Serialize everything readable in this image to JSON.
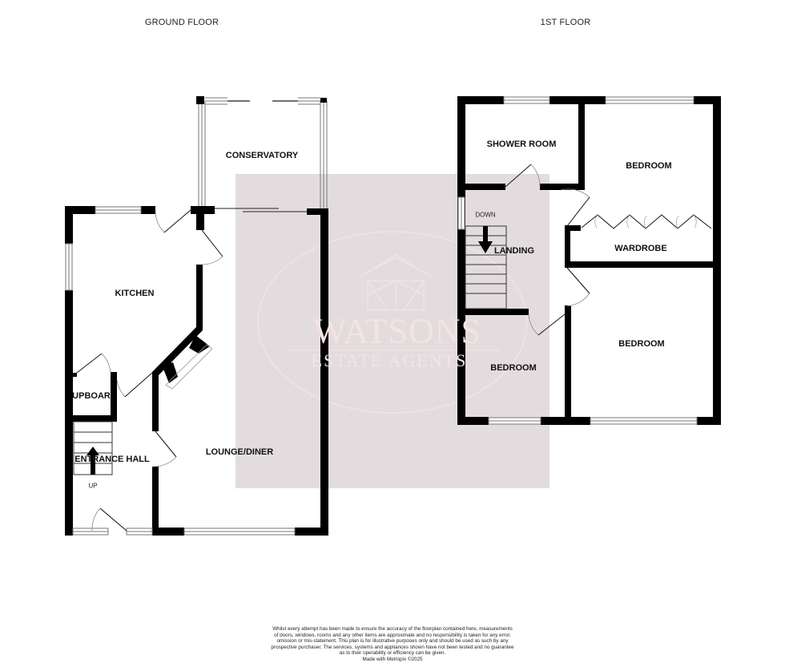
{
  "floors": {
    "ground": {
      "title": "GROUND FLOOR"
    },
    "first": {
      "title": "1ST FLOOR"
    }
  },
  "rooms": {
    "ground": {
      "conservatory": "CONSERVATORY",
      "kitchen": "KITCHEN",
      "cupboard": "UPBOAR",
      "entrance_hall": "ENTRANCE HALL",
      "lounge_diner": "LOUNGE/DINER",
      "stairs_up": "UP"
    },
    "first": {
      "shower_room": "SHOWER ROOM",
      "bedroom_1": "BEDROOM",
      "wardrobe": "WARDROBE",
      "landing": "LANDING",
      "stairs_down": "DOWN",
      "bedroom_2": "BEDROOM",
      "bedroom_3": "BEDROOM"
    }
  },
  "watermark": {
    "brand": "WATSONS",
    "subtitle": "ESTATE AGENTS",
    "icon": "house-outline-icon",
    "box_color": "#e3dcdf",
    "ink_color": "#f4e4e0"
  },
  "colors": {
    "wall": "#000000",
    "window": "#9a9a9a",
    "background": "#ffffff"
  },
  "disclaimer": {
    "lines": [
      "Whilst every attempt has been made to ensure the accuracy of the floorplan contained here, measurements",
      "of doors, windows, rooms and any other items are approximate and no responsibility is taken for any error,",
      "omission or mis-statement. This plan is for illustrative purposes only and should be used as such by any",
      "prospective purchaser. The services, systems and appliances shown have not been tested and no guarantee",
      "as to their operability or efficiency can be given."
    ],
    "credit": "Made with Metropix ©2025"
  }
}
